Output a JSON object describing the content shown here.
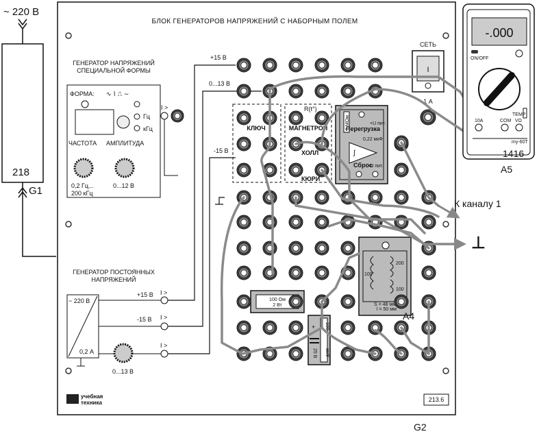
{
  "supply_voltage": "~ 220 В",
  "g1": {
    "number": "218",
    "name": "G1"
  },
  "panel": {
    "title": "БЛОК ГЕНЕРАТОРОВ НАПРЯЖЕНИЙ С НАБОРНЫМ ПОЛЕМ",
    "name": "G2",
    "model": "213.6",
    "logo_line1": "учебная",
    "logo_line2": "техника",
    "power_label": "СЕТЬ",
    "fuse_label": "1 А"
  },
  "special_gen": {
    "title_line1": "ГЕНЕРАТОР НАПРЯЖЕНИЙ",
    "title_line2": "СПЕЦИАЛЬНОЙ ФОРМЫ",
    "form_label": "ФОРМА:",
    "hz": "Гц",
    "khz": "кГц",
    "freq_label": "ЧАСТОТА",
    "amp_label": "АМПЛИТУДА",
    "freq_range1": "0,2 Гц...",
    "freq_range2": "200 кГц",
    "amp_range": "0...12 В",
    "out_symbol": "I >"
  },
  "dc_gen": {
    "title_line1": "ГЕНЕРАТОР ПОСТОЯННЫХ",
    "title_line2": "НАПРЯЖЕНИЙ",
    "input": "~ 220 В",
    "current": "0,2 А",
    "out1": "+15 В",
    "out2": "-15 В",
    "range": "0...13 В",
    "out_symbol": "I >"
  },
  "rails": {
    "plus15": "+15 В",
    "adj": "0...13 В",
    "minus15": "-15 В"
  },
  "modules": {
    "key": "КЛЮЧ",
    "r_t": "R(t°)",
    "magnetron": "МАГНЕТРОН",
    "hall_label": "ХОЛЛ",
    "curie_label": "КЮРИ",
    "integrator_overload": "Перегрузка",
    "integrator_reset": "Сброс",
    "integrator_cap": "0,22 мкФ",
    "integrator_res": "1 МОм",
    "integrator_supply": "+U пит.",
    "integrator_supply_neg": "-U пит.",
    "resistor_line1": "100 Ом",
    "resistor_line2": "2 Вт",
    "cap_value": "100",
    "cap_unit": "мкФ",
    "cap_voltage": "25 В",
    "transformer_w1": "100",
    "transformer_w2": "200",
    "transformer_w3": "100",
    "transformer_s": "S = 48 мм 2",
    "transformer_l": "l = 50 мм",
    "transformer_name": "А4"
  },
  "multimeter": {
    "display": "-.000",
    "onoff": "ON/OFF",
    "jack1": "10A",
    "jack2": "COM",
    "jack3": "VΩ",
    "temp": "TEMP",
    "model": "my-60T",
    "number": "1416",
    "name": "А5"
  },
  "outputs": {
    "channel": "К каналу 1",
    "ground": "⊥"
  }
}
